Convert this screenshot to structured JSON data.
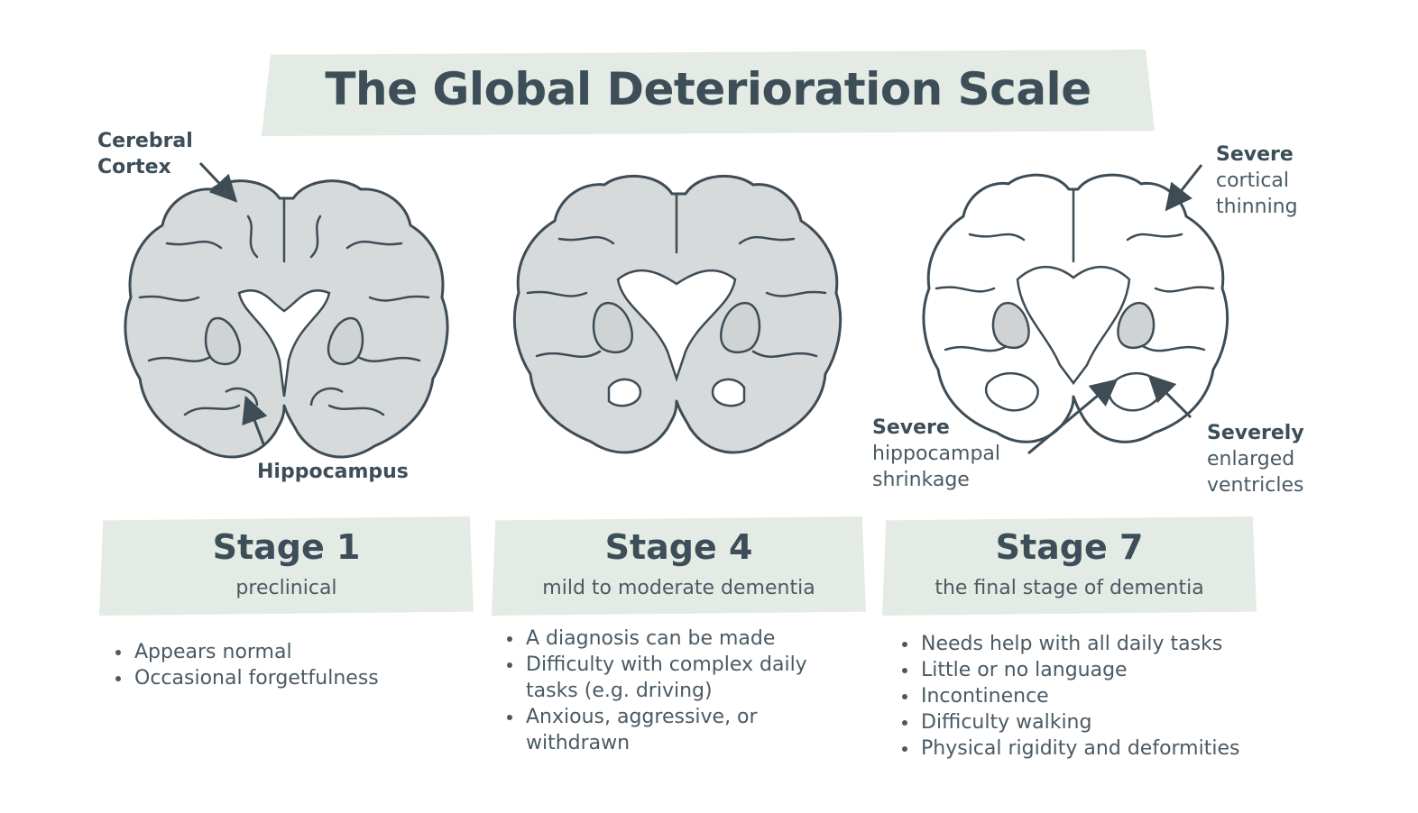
{
  "title": "The Global Deterioration Scale",
  "colors": {
    "band": "#e4ebe4",
    "text": "#3d4e59",
    "brain_fill": "#d7dadb",
    "brain_stroke": "#3e4c55"
  },
  "labels": {
    "cerebral_cortex": "Cerebral\nCortex",
    "hippocampus": "Hippocampus",
    "cortical_bold": "Severe",
    "cortical_rest": "cortical thinning",
    "hippo_bold": "Severe",
    "hippo_rest": "hippocampal shrinkage",
    "ventricle_bold": "Severely",
    "ventricle_rest": "enlarged ventricles"
  },
  "stages": [
    {
      "title": "Stage 1",
      "subtitle": "preclinical",
      "bullets": [
        "Appears normal",
        "Occasional forgetfulness"
      ]
    },
    {
      "title": "Stage 4",
      "subtitle": "mild to moderate dementia",
      "bullets": [
        "A diagnosis can be made",
        "Difficulty with complex daily tasks (e.g. driving)",
        "Anxious, aggressive, or withdrawn"
      ]
    },
    {
      "title": "Stage 7",
      "subtitle": "the final stage of dementia",
      "bullets": [
        "Needs help with all daily tasks",
        "Little or no language",
        "Incontinence",
        "Difficulty walking",
        "Physical rigidity and deformities"
      ]
    }
  ]
}
